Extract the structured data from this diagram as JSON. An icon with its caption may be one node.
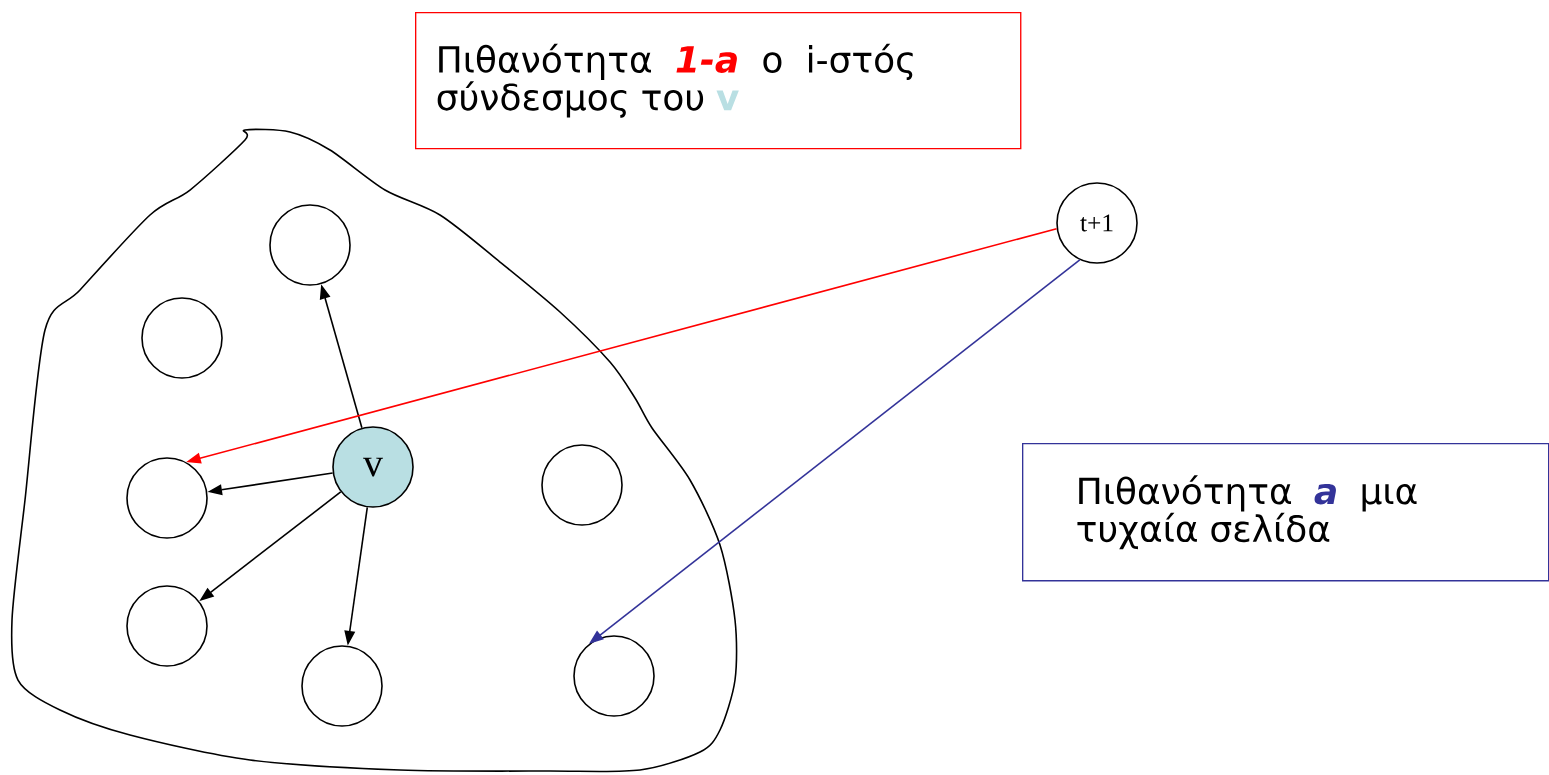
{
  "diagram": {
    "nodes": [
      {
        "text": [
          "Πιθανότητα",
          "1-a",
          "ο i-στός σύνδεσμος του",
          "v"
        ]
      },
      {
        "text": [
          "t+1"
        ]
      },
      {
        "text": [],
        "shape": "cloud"
      },
      {
        "text": [],
        "shape": "circle",
        "in": 2
      },
      {
        "text": [],
        "shape": "circle",
        "in": 2
      },
      {
        "text": [],
        "shape": "circle",
        "in": 2
      },
      {
        "text": [
          "v"
        ],
        "in": 2
      },
      {
        "text": [],
        "shape": "circle",
        "in": 2
      },
      {
        "text": [],
        "shape": "circle",
        "in": 2
      },
      {
        "text": [],
        "shape": "circle",
        "in": 2
      },
      {
        "text": [],
        "shape": "circle",
        "in": 2
      },
      {
        "text": [
          "Πιθανότητα",
          "a",
          "μια τυχαία σελίδα"
        ]
      }
    ],
    "edges": [
      {
        "from": 6,
        "to": 3,
        "arrow": "to"
      },
      {
        "from": 6,
        "to": 5,
        "arrow": "to"
      },
      {
        "from": 6,
        "to": 8,
        "arrow": "to"
      },
      {
        "from": 6,
        "to": 9,
        "arrow": "to"
      },
      {
        "from": 1,
        "to": 5,
        "arrow": "to",
        "color": "#ff0000"
      },
      {
        "from": 1,
        "to": 10,
        "arrow": "to",
        "color": "#333399"
      }
    ]
  }
}
